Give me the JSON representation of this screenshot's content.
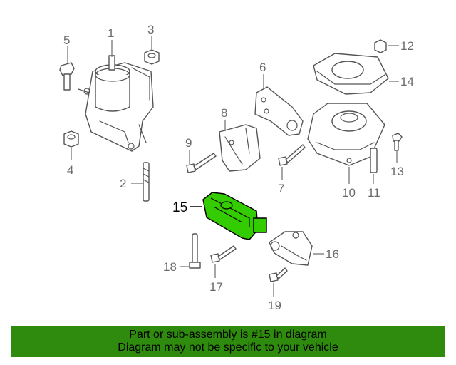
{
  "callouts": [
    {
      "id": "1",
      "text": "1"
    },
    {
      "id": "2",
      "text": "2"
    },
    {
      "id": "3",
      "text": "3"
    },
    {
      "id": "4",
      "text": "4"
    },
    {
      "id": "5",
      "text": "5"
    },
    {
      "id": "6",
      "text": "6"
    },
    {
      "id": "7",
      "text": "7"
    },
    {
      "id": "8",
      "text": "8"
    },
    {
      "id": "9",
      "text": "9"
    },
    {
      "id": "10",
      "text": "10"
    },
    {
      "id": "11",
      "text": "11"
    },
    {
      "id": "12",
      "text": "12"
    },
    {
      "id": "13",
      "text": "13"
    },
    {
      "id": "14",
      "text": "14"
    },
    {
      "id": "15",
      "text": "15"
    },
    {
      "id": "16",
      "text": "16"
    },
    {
      "id": "17",
      "text": "17"
    },
    {
      "id": "18",
      "text": "18"
    },
    {
      "id": "19",
      "text": "19"
    }
  ],
  "highlighted_part": "15",
  "colors": {
    "highlight_fill": "#33cc00",
    "banner_background": "#2e8b0e",
    "line_art": "#555555",
    "callout_text": "#6b6b6b"
  },
  "banner": {
    "line1": "Part or sub-assembly is #15 in diagram",
    "line2": "Diagram may not be specific to your vehicle"
  }
}
